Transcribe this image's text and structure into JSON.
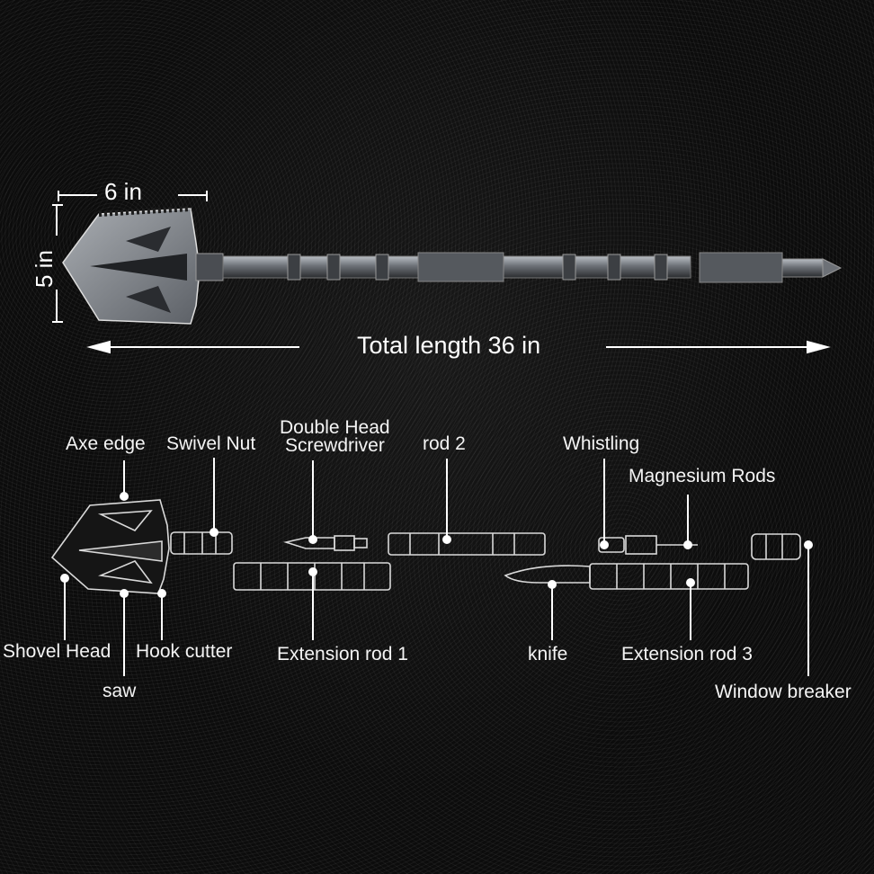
{
  "dimensions": {
    "width_label": "6 in",
    "height_label": "5 in",
    "total_length_label": "Total length 36 in"
  },
  "parts": {
    "axe_edge": "Axe edge",
    "swivel_nut": "Swivel Nut",
    "double_head_line1": "Double Head",
    "double_head_line2": "Screwdriver",
    "rod_2": "rod 2",
    "whistling": "Whistling",
    "magnesium_rods": "Magnesium Rods",
    "shovel_head": "Shovel Head",
    "saw": "saw",
    "hook_cutter": "Hook cutter",
    "extension_rod_1": "Extension rod 1",
    "knife": "knife",
    "extension_rod_3": "Extension rod 3",
    "window_breaker": "Window breaker"
  },
  "colors": {
    "background": "#0c0c0c",
    "metal": "#8a8f95",
    "metal_dark": "#3a3d41",
    "outline": "#e8e8e8",
    "text": "#f4f4f4"
  }
}
